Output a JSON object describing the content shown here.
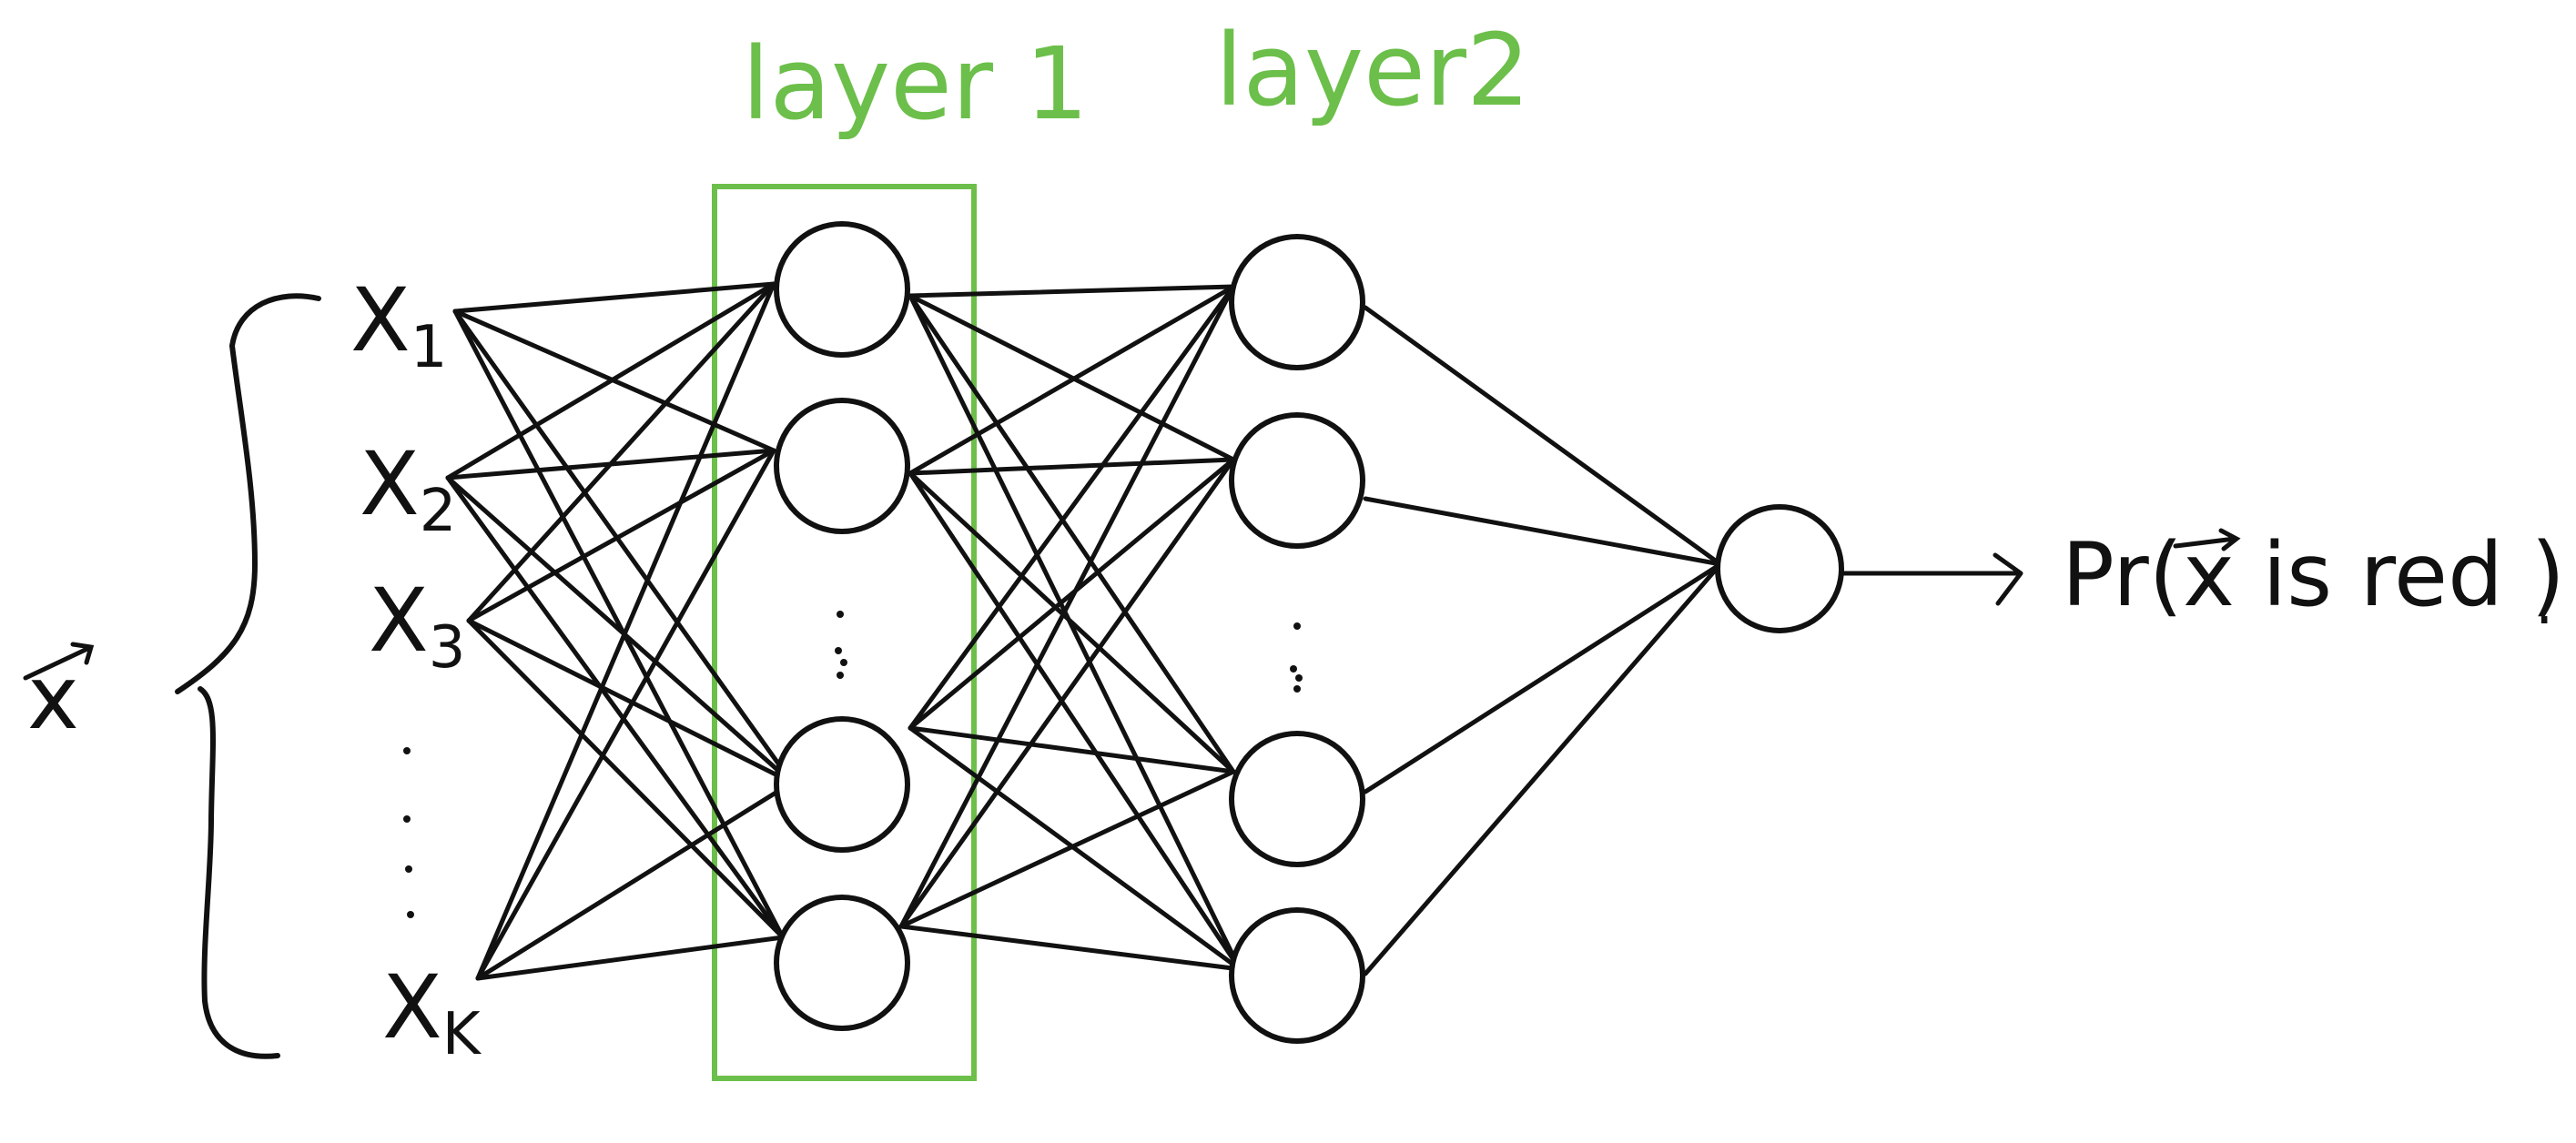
{
  "layers": {
    "layer1_label": "layer 1",
    "layer2_label": "layer2"
  },
  "inputs": {
    "vector_symbol": "x",
    "x1": {
      "base": "X",
      "sub": "1"
    },
    "x2": {
      "base": "X",
      "sub": "2"
    },
    "x3": {
      "base": "X",
      "sub": "3"
    },
    "xk": {
      "base": "X",
      "sub": "K"
    }
  },
  "output": {
    "prefix": "Pr(",
    "vector_symbol": "x",
    "suffix": " is red )",
    "end_mark": "."
  },
  "colors": {
    "layer_highlight": "#6cbf4a",
    "ink": "#111111"
  }
}
